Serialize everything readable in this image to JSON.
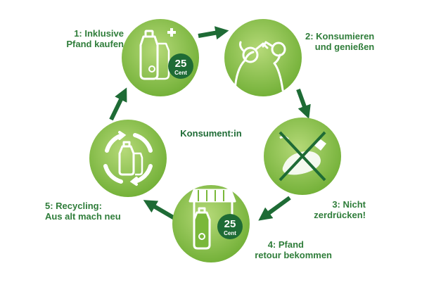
{
  "colors": {
    "dark_green": "#1e6b35",
    "mid_green": "#7ab83a",
    "light_green": "#a9d16b",
    "text_green": "#2f7d3a"
  },
  "center": {
    "label": "Konsument:in"
  },
  "steps": [
    {
      "line1": "1: Inklusive",
      "line2": "Pfand kaufen",
      "icon": "bottle-plus-icon",
      "badge": {
        "value": "25",
        "unit": "Cent"
      }
    },
    {
      "line1": "2: Konsumieren",
      "line2": "und genießen",
      "icon": "drinking-people-icon"
    },
    {
      "line1": "3: Nicht",
      "line2": "zerdrücken!",
      "icon": "crossed-crushed-bottle-icon"
    },
    {
      "line1": "4: Pfand",
      "line2": "retour bekommen",
      "icon": "shop-bottle-icon",
      "badge": {
        "value": "25",
        "unit": "Cent"
      }
    },
    {
      "line1": "5: Recycling:",
      "line2": "Aus alt mach neu",
      "icon": "recycling-arrows-icon"
    }
  ]
}
